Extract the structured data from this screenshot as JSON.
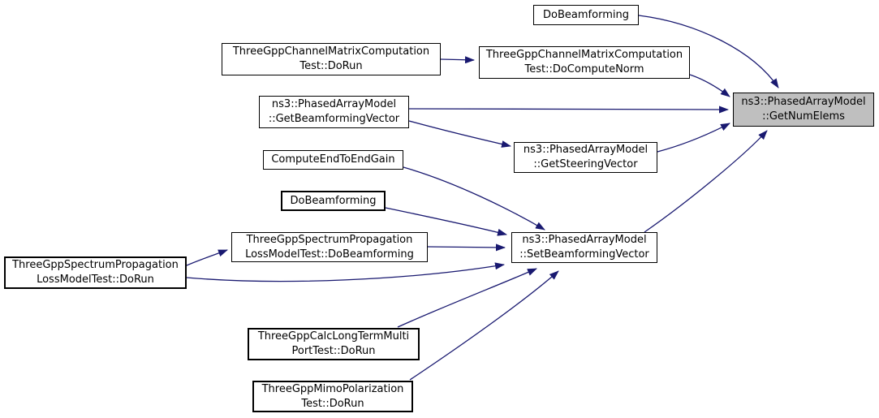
{
  "diagram": {
    "kind": "caller-graph",
    "colors": {
      "edge": "#191970",
      "node_border": "#000000",
      "node_fill": "#ffffff",
      "highlight_fill": "#bfbfbf",
      "text": "#000000",
      "background": "#ffffff"
    },
    "nodes": {
      "do_beamforming_top": {
        "line1": "DoBeamforming"
      },
      "channel_matrix_test_do_run": {
        "line1": "ThreeGppChannelMatrixComputation",
        "line2": "Test::DoRun"
      },
      "channel_matrix_test_do_compute_norm": {
        "line1": "ThreeGppChannelMatrixComputation",
        "line2": "Test::DoComputeNorm"
      },
      "get_beamforming_vector": {
        "line1": "ns3::PhasedArrayModel",
        "line2": "::GetBeamformingVector"
      },
      "get_num_elems": {
        "line1": "ns3::PhasedArrayModel",
        "line2": "::GetNumElems",
        "highlighted": true
      },
      "get_steering_vector": {
        "line1": "ns3::PhasedArrayModel",
        "line2": "::GetSteeringVector"
      },
      "compute_end_to_end_gain": {
        "line1": "ComputeEndToEndGain"
      },
      "do_beamforming_mid": {
        "line1": "DoBeamforming"
      },
      "spectrum_test_do_beamforming": {
        "line1": "ThreeGppSpectrumPropagation",
        "line2": "LossModelTest::DoBeamforming"
      },
      "spectrum_test_do_run": {
        "line1": "ThreeGppSpectrumPropagation",
        "line2": "LossModelTest::DoRun"
      },
      "set_beamforming_vector": {
        "line1": "ns3::PhasedArrayModel",
        "line2": "::SetBeamformingVector"
      },
      "calc_long_term_multi_port_test_do_run": {
        "line1": "ThreeGppCalcLongTermMulti",
        "line2": "PortTest::DoRun"
      },
      "mimo_polarization_test_do_run": {
        "line1": "ThreeGppMimoPolarization",
        "line2": "Test::DoRun"
      }
    },
    "edges": [
      {
        "from": "do_beamforming_top",
        "to": "get_num_elems"
      },
      {
        "from": "channel_matrix_test_do_run",
        "to": "channel_matrix_test_do_compute_norm"
      },
      {
        "from": "channel_matrix_test_do_compute_norm",
        "to": "get_num_elems"
      },
      {
        "from": "get_beamforming_vector",
        "to": "get_num_elems"
      },
      {
        "from": "get_beamforming_vector",
        "to": "get_steering_vector"
      },
      {
        "from": "get_steering_vector",
        "to": "get_num_elems"
      },
      {
        "from": "compute_end_to_end_gain",
        "to": "set_beamforming_vector"
      },
      {
        "from": "do_beamforming_mid",
        "to": "set_beamforming_vector"
      },
      {
        "from": "spectrum_test_do_beamforming",
        "to": "set_beamforming_vector"
      },
      {
        "from": "spectrum_test_do_run",
        "to": "spectrum_test_do_beamforming"
      },
      {
        "from": "spectrum_test_do_run",
        "to": "set_beamforming_vector"
      },
      {
        "from": "calc_long_term_multi_port_test_do_run",
        "to": "set_beamforming_vector"
      },
      {
        "from": "mimo_polarization_test_do_run",
        "to": "set_beamforming_vector"
      },
      {
        "from": "set_beamforming_vector",
        "to": "get_num_elems"
      }
    ]
  }
}
